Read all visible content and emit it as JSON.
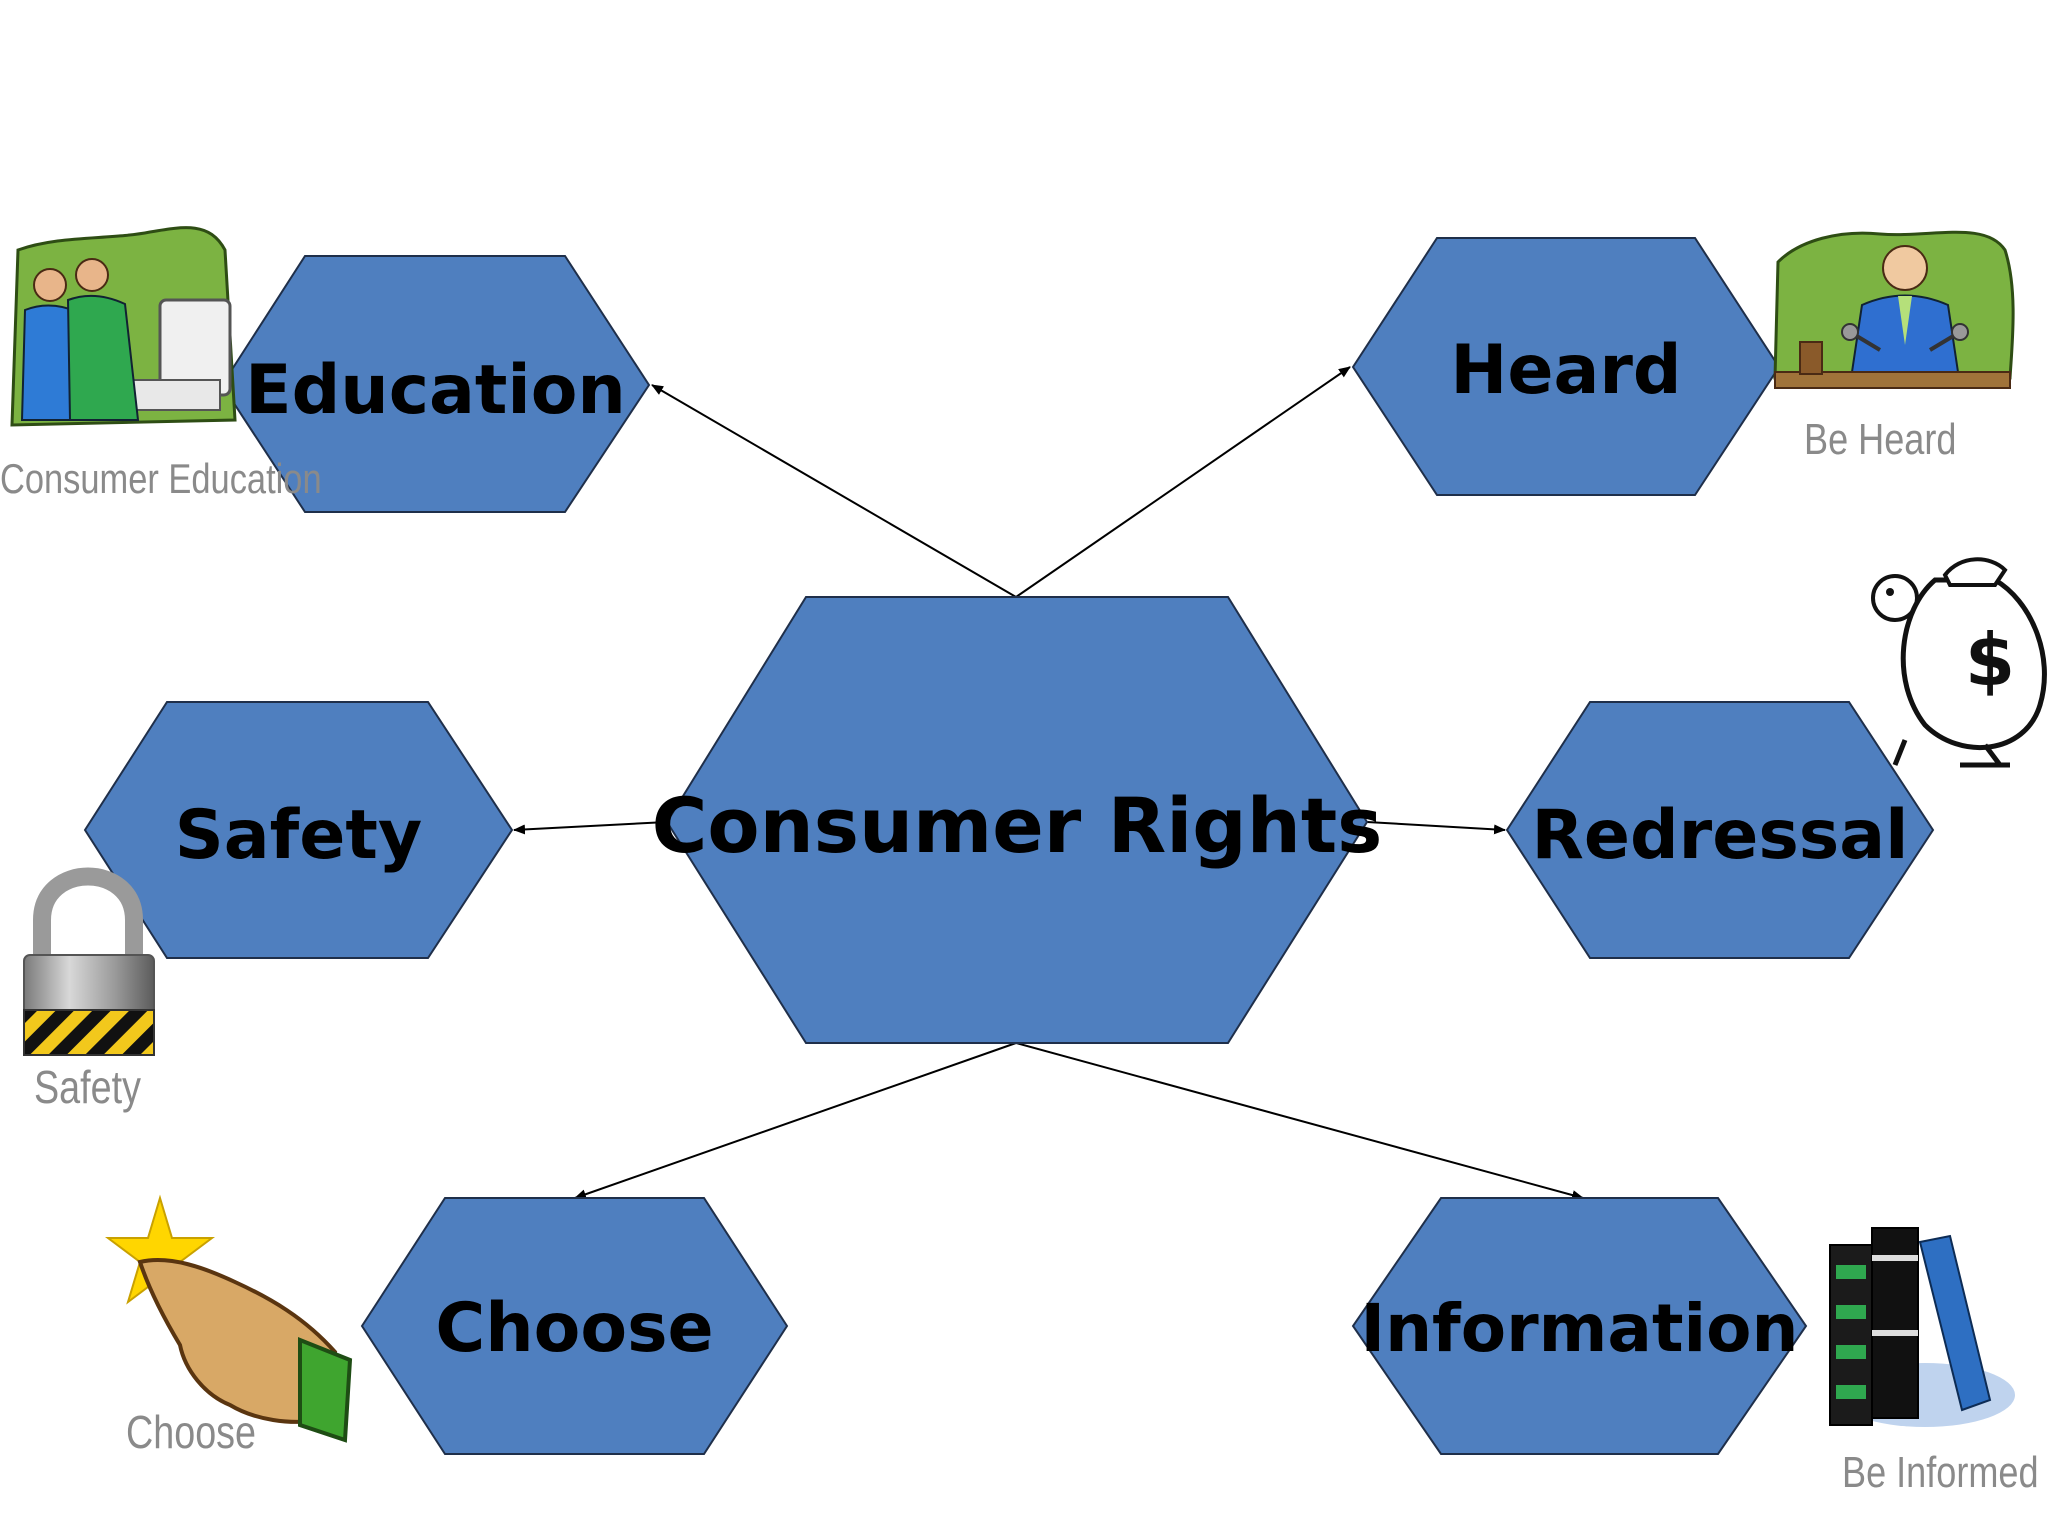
{
  "diagram": {
    "center": "Consumer Rights",
    "nodes": {
      "education": "Education",
      "heard": "Heard",
      "safety": "Safety",
      "redressal": "Redressal",
      "choose": "Choose",
      "information": "Information"
    },
    "captions": {
      "education": "Consumer Education",
      "heard": "Be Heard",
      "safety": "Safety",
      "choose": "Choose",
      "information": "Be Informed"
    },
    "colors": {
      "hex_fill": "#4f7fbf",
      "hex_stroke": "#1f2f4a",
      "arrow": "#000000",
      "caption": "#8a8a8a"
    }
  }
}
